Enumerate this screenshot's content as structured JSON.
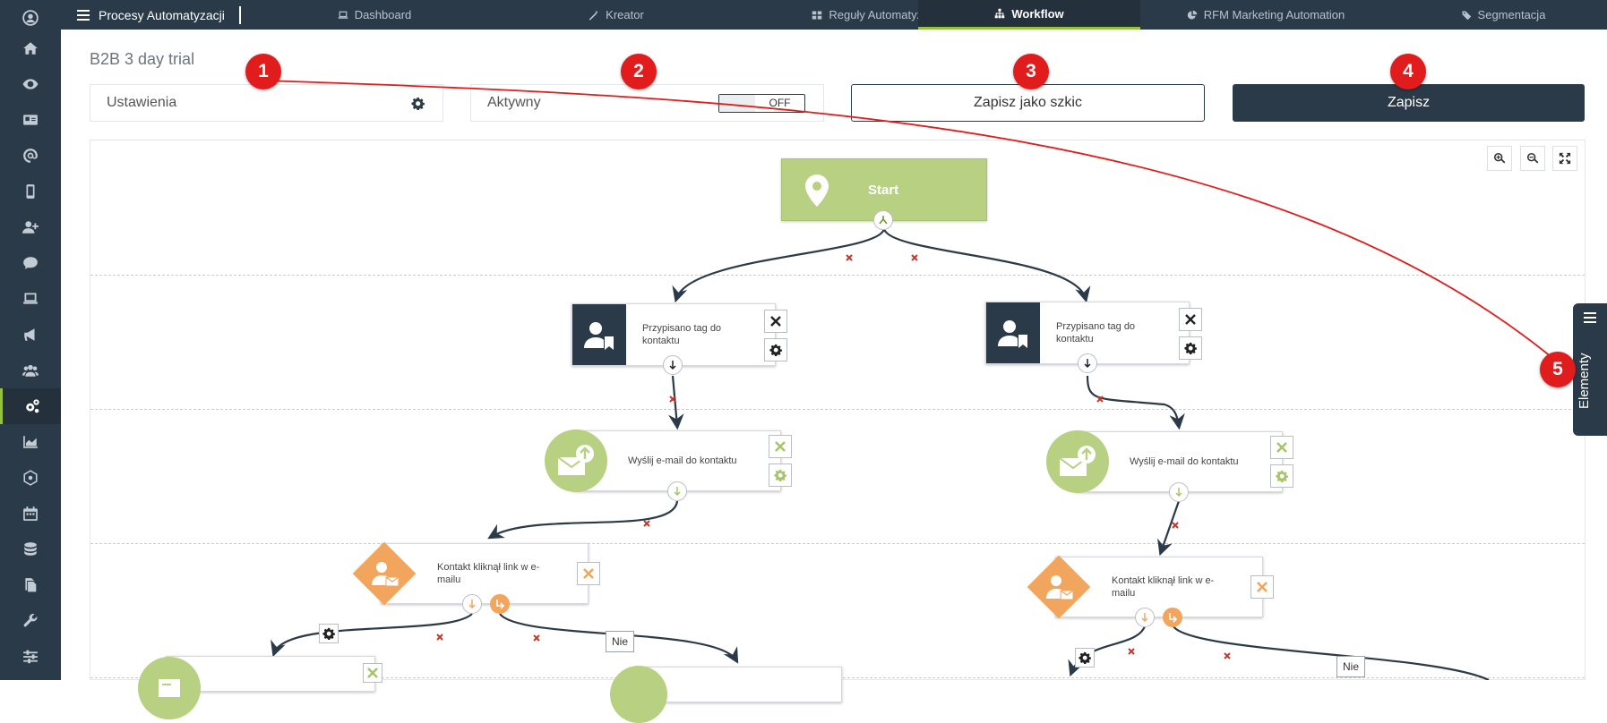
{
  "colors": {
    "dark": "#2b3a49",
    "green": "#95c23d",
    "light_green": "#b8d081",
    "orange": "#f2a55d",
    "marker": "#e01c1c"
  },
  "sidebar": {
    "icons": [
      "user-circle-icon",
      "home-icon",
      "eye-icon",
      "contact-card-icon",
      "at-icon",
      "mobile-icon",
      "add-user-icon",
      "chat-icon",
      "laptop-icon",
      "megaphone-icon",
      "users-icon",
      "gears-icon",
      "area-chart-icon",
      "network-icon",
      "calendar-icon",
      "database-icon",
      "files-icon",
      "wrench-icon",
      "sliders-icon"
    ],
    "active_index": 11
  },
  "topbar": {
    "app_title": "Procesy Automatyzacji",
    "tabs": [
      {
        "label": "Dashboard",
        "icon": "laptop-icon"
      },
      {
        "label": "Kreator",
        "icon": "wand-icon"
      },
      {
        "label": "Reguły Automatyzacji",
        "icon": "grid-icon"
      },
      {
        "label": "Workflow",
        "icon": "sitemap-icon"
      },
      {
        "label": "RFM Marketing Automation",
        "icon": "pie-chart-icon"
      },
      {
        "label": "Segmentacja",
        "icon": "tags-icon"
      }
    ],
    "active_tab": "Workflow"
  },
  "workflow": {
    "title": "B2B 3 day trial",
    "settings_label": "Ustawienia",
    "active_label": "Aktywny",
    "toggle_value": "OFF",
    "draft_button": "Zapisz jako szkic",
    "save_button": "Zapisz"
  },
  "canvas": {
    "start_label": "Start",
    "nodes": {
      "tag_left": "Przypisano tag do kontaktu",
      "tag_right": "Przypisano tag do kontaktu",
      "email_left": "Wyślij e-mail do kontaktu",
      "email_right": "Wyślij e-mail do kontaktu",
      "click_left": "Kontakt kliknął link w e-mailu",
      "click_right": "Kontakt kliknął link w e-mailu"
    },
    "edge_no_label": "Nie",
    "elements_panel": "Elementy"
  },
  "annotations": [
    "1",
    "2",
    "3",
    "4",
    "5"
  ]
}
